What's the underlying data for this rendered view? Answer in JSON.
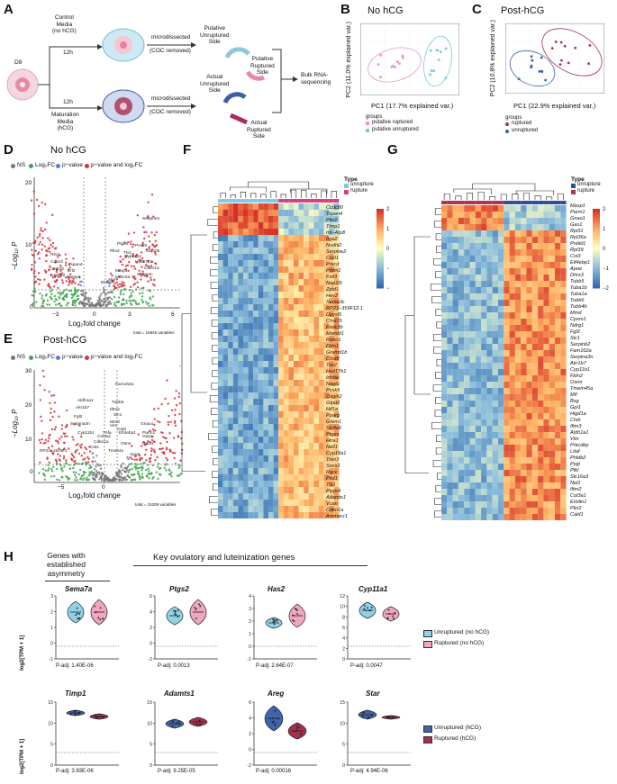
{
  "panels": {
    "A": "A",
    "B": "B",
    "C": "C",
    "D": "D",
    "E": "E",
    "F": "F",
    "G": "G",
    "H": "H"
  },
  "panelA": {
    "d8": "D8",
    "control_media": "Control\nMedia\n(no hCG)",
    "maturation_media": "Maturation\nMedia\n(hCG)",
    "time_top": "12h",
    "time_bottom": "12h",
    "microdissected": "microdissected",
    "coc_removed": "(COC removed)",
    "putative_unruptured": "Putative\nUnruptured\nSide",
    "putative_ruptured": "Putative\nRuptured\nSide",
    "actual_unruptured": "Actual\nUnruptured\nSide",
    "actual_ruptured": "Actual\nRuptured\nSide",
    "bulk": "Bulk RNA-\nsequencing"
  },
  "panelB": {
    "title": "No hCG",
    "xlabel": "PC1 (17.7% explained var.)",
    "ylabel": "PC2 (11.0% explained var.)",
    "groups_title": "groups",
    "groups": [
      "putative ruptured",
      "putative unruptured"
    ],
    "colors": [
      "#e89ab8",
      "#7fc8d8"
    ]
  },
  "panelC": {
    "title": "Post-hCG",
    "xlabel": "PC1 (22.9% explained var.)",
    "ylabel": "PC2 (10.8% explained var.)",
    "groups_title": "groups",
    "groups": [
      "ruptured",
      "unruptured"
    ],
    "colors": [
      "#a8304e",
      "#3b62a8"
    ]
  },
  "panelD": {
    "title": "No hCG",
    "legend": [
      "NS",
      "Log₂FC",
      "p−value",
      "p−value and log₂FC"
    ],
    "legend_colors": [
      "#777777",
      "#3fa34d",
      "#5b7fd6",
      "#d42f3a"
    ],
    "xlabel": "Log₂fold change",
    "ylabel": "−Log₁₀ P",
    "xticks": [
      "−3",
      "0",
      "3",
      "6"
    ],
    "yticks": [
      "0",
      "10",
      "20"
    ],
    "total": "total = 15845 variables",
    "genes": [
      "Serpine2",
      "Ptges",
      "Pcsk9",
      "Nap1l5",
      "Cyp19a1",
      "Tlx1",
      "Hsd17b1",
      "Cdkn1a",
      "Rln2",
      "Cdkn3",
      "C1qtnf3",
      "Ccdc80",
      "Erl2",
      "Tspan4",
      "Ramp2",
      "Alpl",
      "Kcnn3a",
      "Elovl3",
      "Mmp3",
      "Sema3c",
      "Plin2"
    ]
  },
  "panelE": {
    "title": "Post-hCG",
    "legend": [
      "NS",
      "Log₂FC",
      "p−value",
      "p−value and log₂FC"
    ],
    "legend_colors": [
      "#777777",
      "#3fa34d",
      "#5b7fd6",
      "#d42f3a"
    ],
    "xlabel": "Log₂fold change",
    "ylabel": "−Log₁₀ P",
    "xticks": [
      "−5",
      "0"
    ],
    "yticks": [
      "0",
      "10",
      "20",
      "30"
    ],
    "total": "total = 15208 variables",
    "genes": [
      "Fam162a",
      "Aldh1a1",
      "Akr1b7",
      "Tubb5",
      "Iftm3",
      "Fgl2",
      "Serpina3n",
      "Cyp11b1",
      "Ctss",
      "Vim",
      "Gnao1",
      "Parm1",
      "Gas1",
      "Rpl31",
      "RP23−162l6.1",
      "Mmd",
      "Cst3",
      "Elf4ebp1",
      "Cdkn1a",
      "Slc1",
      "Tmsb4x",
      "Osmr",
      "Col3a1",
      "Tnfa",
      "Apoa"
    ]
  },
  "panelF": {
    "legend_title": "Type",
    "legend": [
      "unrupture",
      "rupture"
    ],
    "legend_colors": [
      "#7fc8e8",
      "#d6417a"
    ],
    "scale": [
      "2",
      "1",
      "0",
      "−1",
      "−2"
    ],
    "genes": [
      "Ccdc80",
      "Tspan4",
      "Plin2",
      "Timp1",
      "mt−Atp8",
      "Itga2",
      "Nsdhl2",
      "Serpine2",
      "Cxcl1",
      "Prkcd",
      "Prdm1",
      "Fstl3",
      "Nap1l5",
      "Zpld1",
      "Hey2",
      "Sema3c",
      "RP23−359F12.1",
      "Dpysl5",
      "Chst15",
      "Fndc3b",
      "Mamld1",
      "Robo1",
      "Fbln1",
      "Gramd1b",
      "Chst8",
      "Tox2",
      "Hsd17b1",
      "Inhba",
      "Naglu",
      "Pcsk9",
      "Osgin2",
      "Gtpd2",
      "Hif1a",
      "Pparg",
      "Grem1",
      "Slc8a6",
      "Ptges",
      "Htra1",
      "Nell1",
      "Cyp19a1",
      "Tnni3",
      "Socs2",
      "Rgcc",
      "Pltd1",
      "Tlx1",
      "Plppr4",
      "Adamts1",
      "Vcan",
      "Cdkn1a",
      "Ammecr1"
    ]
  },
  "panelG": {
    "legend_title": "Type",
    "legend": [
      "unrupture",
      "rupture"
    ],
    "legend_colors": [
      "#2d4f96",
      "#b03350"
    ],
    "scale": [
      "2",
      "1",
      "0",
      "−1",
      "−2"
    ],
    "genes": [
      "Masp1",
      "Parm1",
      "Gnao1",
      "Gas1",
      "Rpl31",
      "Rpl36a",
      "Prelid1",
      "Rpl39",
      "Cst3",
      "Eif4ebp1",
      "Apoe",
      "Dhrs3",
      "Tubb5",
      "Tuba1b",
      "Tuba1a",
      "Tubb6",
      "Tubb4b",
      "Mmd",
      "Cpxm1",
      "Ndrg1",
      "Fgl2",
      "Slc1",
      "Serpinb2",
      "Fam162a",
      "Serpina3n",
      "Akr1b7",
      "Cyp11b1",
      "Fbln2",
      "Osmr",
      "Tmem45a",
      "Mif",
      "Bsg",
      "Gpi1",
      "Higd1a",
      "Ctsb",
      "Iftm3",
      "Aldh1a1",
      "Vim",
      "Prkcdbp",
      "Litaf",
      "Phldb2",
      "Pygl",
      "Pfkl",
      "Slc16a3",
      "Nid1",
      "Iftm2",
      "Col3a1",
      "Emilin1",
      "Plin2",
      "Cald1"
    ]
  },
  "panelH": {
    "asym_heading": "Genes with\nestablished\nasymmetry",
    "key_heading": "Key ovulatory and luteinization genes",
    "ylabel": "log2[TPM + 1]",
    "legend_top": [
      "Unruptured (no hCG)",
      "Ruptured (no hCG)"
    ],
    "legend_top_colors": [
      "#8fd2e8",
      "#f0a6be"
    ],
    "legend_bottom": [
      "Unruptured (hCG)",
      "Ruptured (hCG)"
    ],
    "legend_bottom_colors": [
      "#3e64ac",
      "#a8304e"
    ],
    "row1": [
      {
        "gene": "Sema7a",
        "padj": "P-adj: 1.40E-06",
        "yticks": [
          "3",
          "2",
          "1",
          "0",
          "-1"
        ]
      },
      {
        "gene": "Ptgs2",
        "padj": "P-adj: 0.0013",
        "yticks": [
          "6",
          "4",
          "2",
          "0",
          "-2"
        ]
      },
      {
        "gene": "Has2",
        "padj": "P-adj: 2.64E-07",
        "yticks": [
          "4",
          "3",
          "2",
          "1",
          "0",
          "-1"
        ]
      },
      {
        "gene": "Cyp11a1",
        "padj": "P-adj: 0.0047",
        "yticks": [
          "12",
          "10",
          "8",
          "6",
          "4",
          "2",
          "0"
        ]
      }
    ],
    "row2": [
      {
        "gene": "Timp1",
        "padj": "P-adj: 3.93E-06",
        "yticks": [
          "15",
          "10",
          "5",
          "0"
        ]
      },
      {
        "gene": "Adamts1",
        "padj": "P-adj: 9.25E-05",
        "yticks": [
          "15",
          "10",
          "5",
          "0"
        ]
      },
      {
        "gene": "Areg",
        "padj": "P-adj: 0.00016",
        "yticks": [
          "6",
          "4",
          "2",
          "0",
          "-2"
        ]
      },
      {
        "gene": "Star",
        "padj": "P-adj: 4.94E-06",
        "yticks": [
          "15",
          "10",
          "5",
          "0"
        ]
      }
    ]
  }
}
